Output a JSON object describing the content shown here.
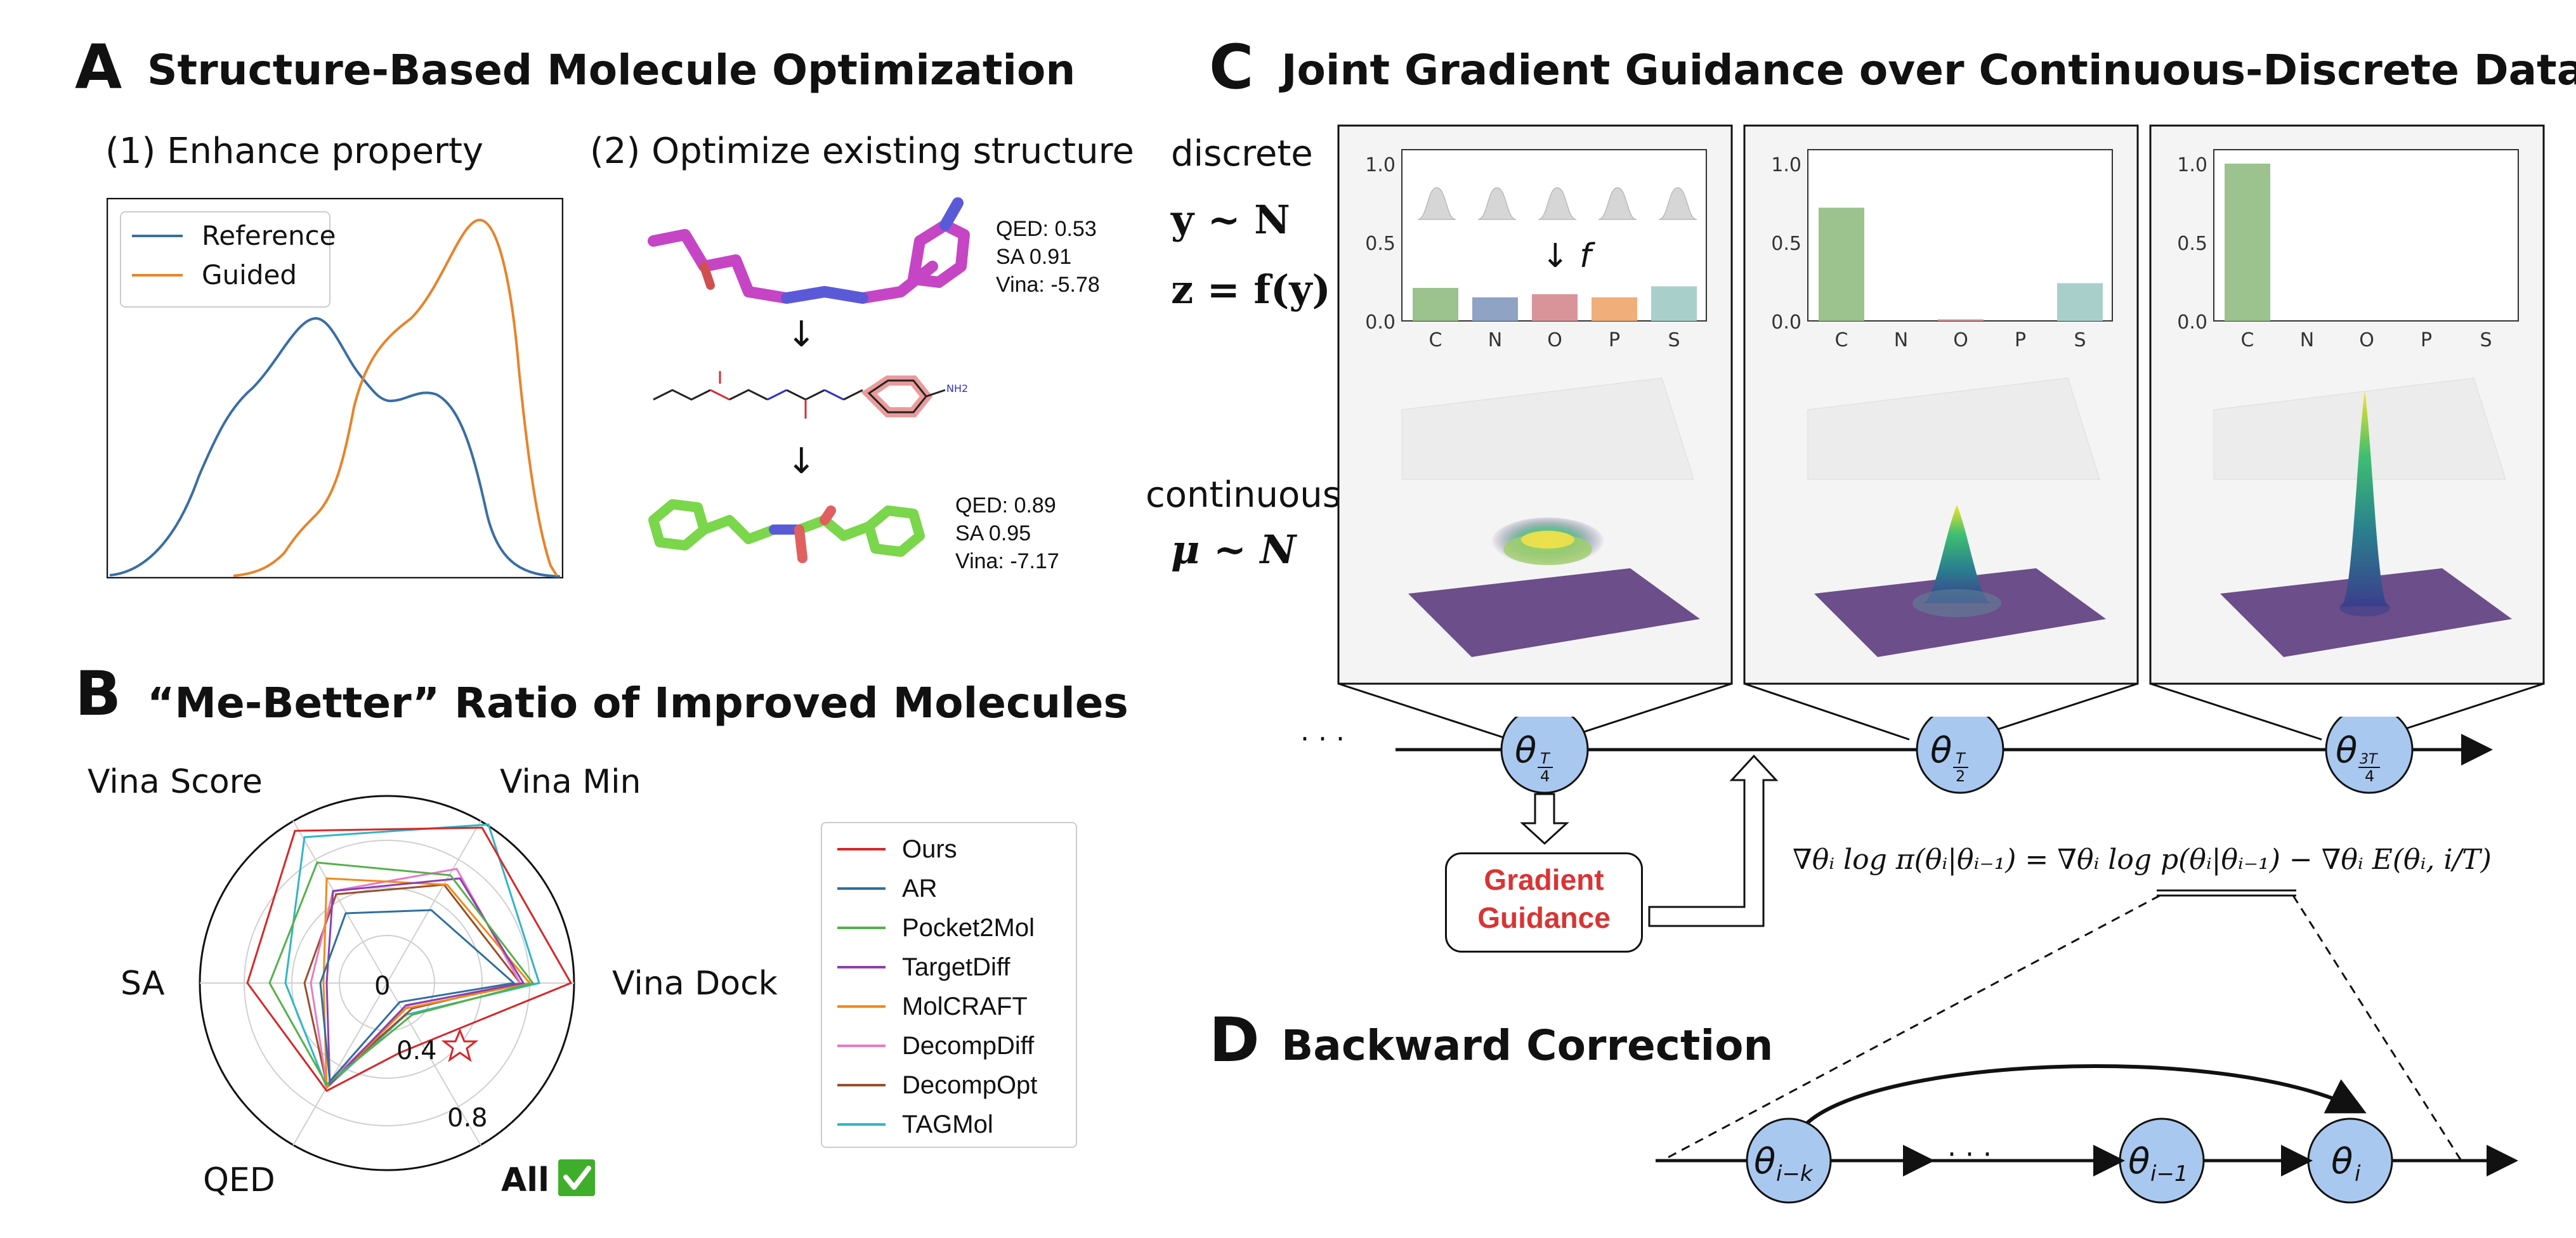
{
  "panel_a": {
    "label": "A",
    "title": "Structure-Based Molecule Optimization",
    "sub1": "(1) Enhance property",
    "sub2": "(2) Optimize existing structure",
    "legend": [
      "Reference",
      "Guided"
    ],
    "colors": {
      "reference": "#3a6ea5",
      "guided": "#e8832a"
    },
    "mol1": {
      "qed": "QED: 0.53",
      "sa": "SA 0.91",
      "vina": "Vina: -5.78"
    },
    "mol2": {
      "qed": "QED: 0.89",
      "sa": "SA 0.95",
      "vina": "Vina: -7.17"
    },
    "mol_label_nh2": "NH2"
  },
  "panel_b": {
    "label": "B",
    "title": "“Me-Better” Ratio of Improved Molecules",
    "axes": [
      "Vina Score",
      "Vina Min",
      "Vina Dock",
      "All",
      "QED",
      "SA"
    ],
    "ticks": [
      "0",
      "0.4",
      "0.8"
    ],
    "check_icon": "check-mark-icon",
    "star_icon": "star-icon",
    "legend": [
      {
        "name": "Ours",
        "color": "#d62728"
      },
      {
        "name": "AR",
        "color": "#2f6f9f"
      },
      {
        "name": "Pocket2Mol",
        "color": "#55b04a"
      },
      {
        "name": "TargetDiff",
        "color": "#8c3fb0"
      },
      {
        "name": "MolCRAFT",
        "color": "#ef8a17"
      },
      {
        "name": "DecompDiff",
        "color": "#e77ac6"
      },
      {
        "name": "DecompOpt",
        "color": "#9a4f2b"
      },
      {
        "name": "TAGMol",
        "color": "#2fb5c8"
      }
    ]
  },
  "panel_c": {
    "label": "C",
    "title": "Joint Gradient Guidance over Continuous-Discrete Data",
    "discrete": "discrete",
    "continuous": "continuous",
    "eq_y": "y ~ N",
    "eq_z": "z = f(y)",
    "eq_mu": "μ ~ N",
    "f_label": "↓ f",
    "categories": [
      "C",
      "N",
      "O",
      "P",
      "S"
    ],
    "bar_colors": [
      "#9cc38d",
      "#8fa3c4",
      "#d9949a",
      "#efae7a",
      "#a9cfcb"
    ],
    "yticks": [
      "0.0",
      "0.5",
      "1.0"
    ],
    "bars": [
      [
        0.21,
        0.15,
        0.17,
        0.15,
        0.22
      ],
      [
        0.72,
        0.0,
        0.01,
        0.0,
        0.24
      ],
      [
        1.0,
        0.0,
        0.0,
        0.0,
        0.0
      ]
    ],
    "dots": "· · ·",
    "theta1": "θ",
    "theta1_sub_num": "T",
    "theta1_sub_den": "4",
    "theta2": "θ",
    "theta2_sub_num": "T",
    "theta2_sub_den": "2",
    "theta3": "θ",
    "theta3_sub_num": "3T",
    "theta3_sub_den": "4",
    "gradient_guidance_line1": "Gradient",
    "gradient_guidance_line2": "Guidance",
    "gradient_equation": "∇θᵢ log π(θᵢ|θᵢ₋₁) = ∇θᵢ log p(θᵢ|θᵢ₋₁) − ∇θᵢ E(θᵢ, i/T)"
  },
  "panel_d": {
    "label": "D",
    "title": "Backward Correction",
    "node1": "θ",
    "node1_sub": "i−k",
    "dots": "· · ·",
    "node2": "θ",
    "node2_sub": "i−1",
    "node3": "θ",
    "node3_sub": "i"
  }
}
